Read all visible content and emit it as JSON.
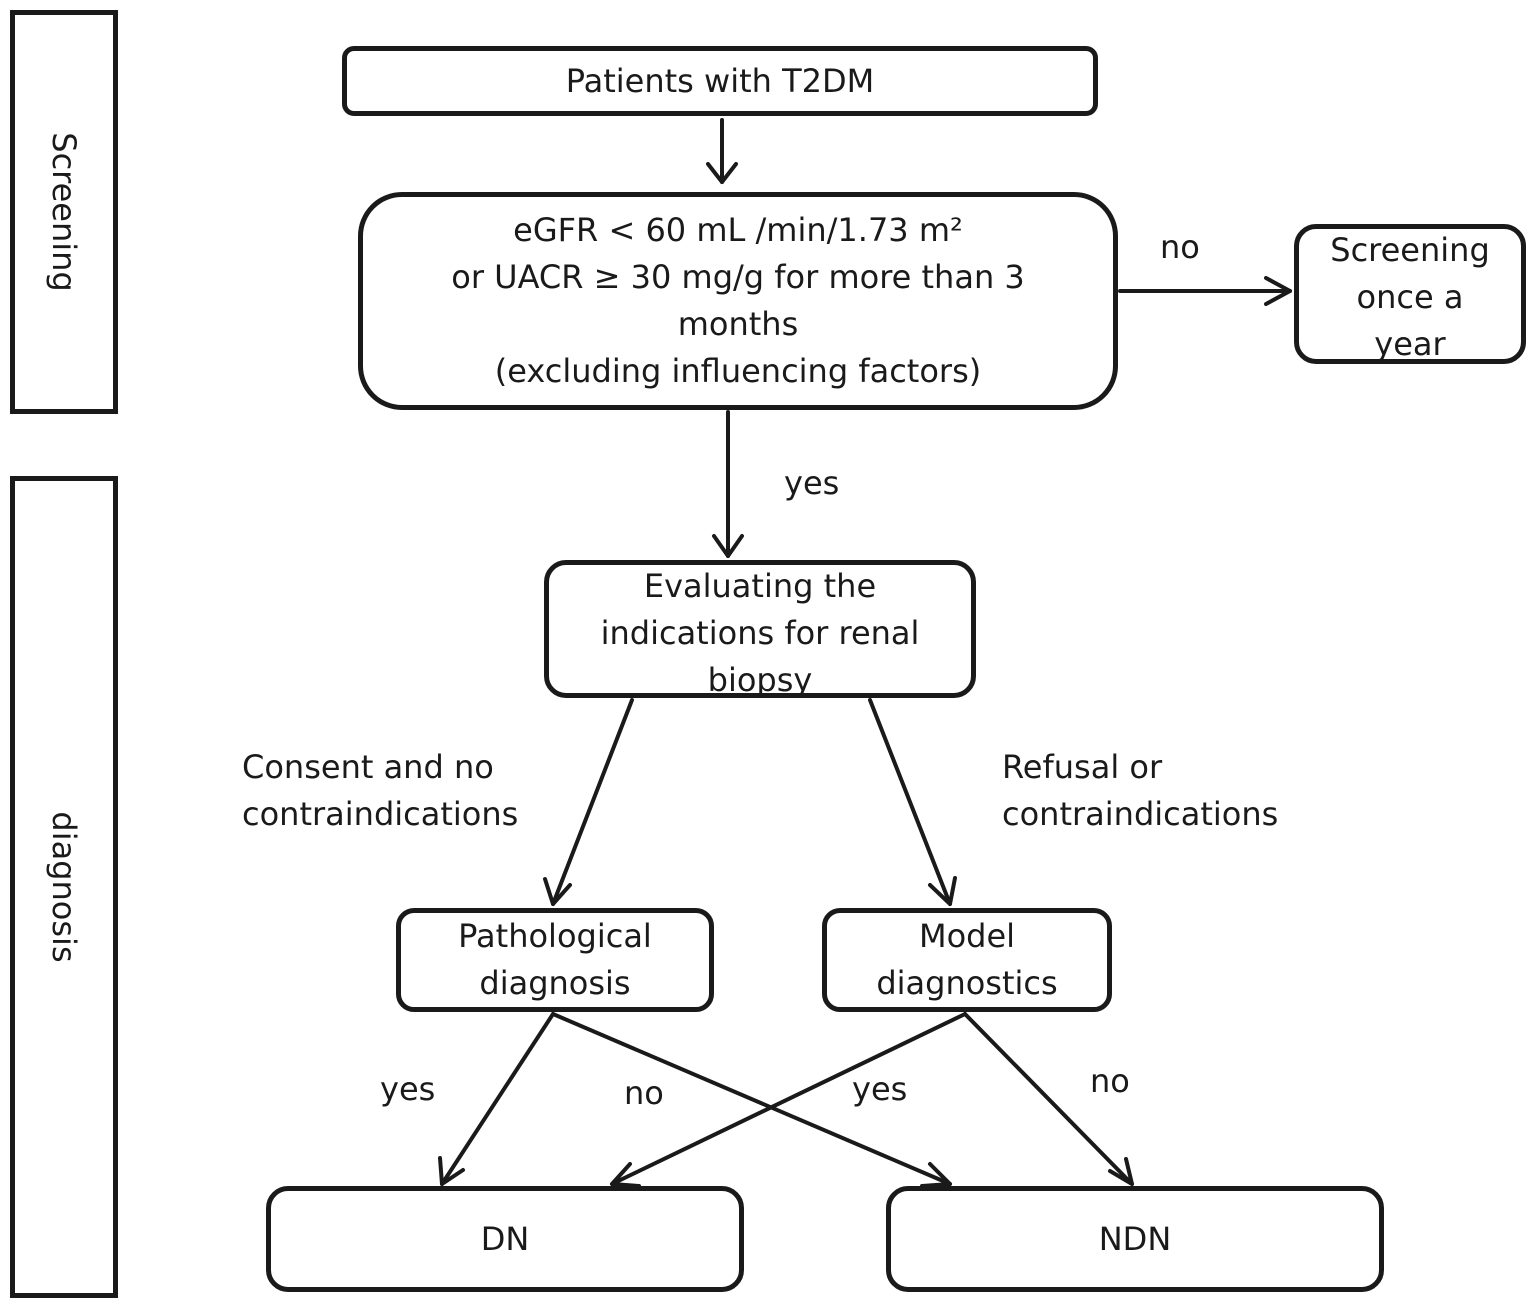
{
  "side_labels": {
    "screening": "Screening",
    "diagnosis": "diagnosis"
  },
  "nodes": {
    "patients": "Patients with T2DM",
    "criteria": "eGFR < 60 mL /min/1.73 m²\nor UACR ≥ 30 mg/g for more than 3\nmonths\n(excluding influencing factors)",
    "screening_yearly": "Screening\nonce a\nyear",
    "evaluating": "Evaluating the\nindications for renal\nbiopsy",
    "pathological": "Pathological\ndiagnosis",
    "model": "Model\ndiagnostics",
    "dn": "DN",
    "ndn": "NDN"
  },
  "edge_labels": {
    "criteria_no": "no",
    "criteria_yes": "yes",
    "consent": "Consent and no\ncontraindications",
    "refusal": "Refusal or\ncontraindications",
    "path_yes": "yes",
    "path_no": "no",
    "model_yes": "yes",
    "model_no": "no"
  }
}
